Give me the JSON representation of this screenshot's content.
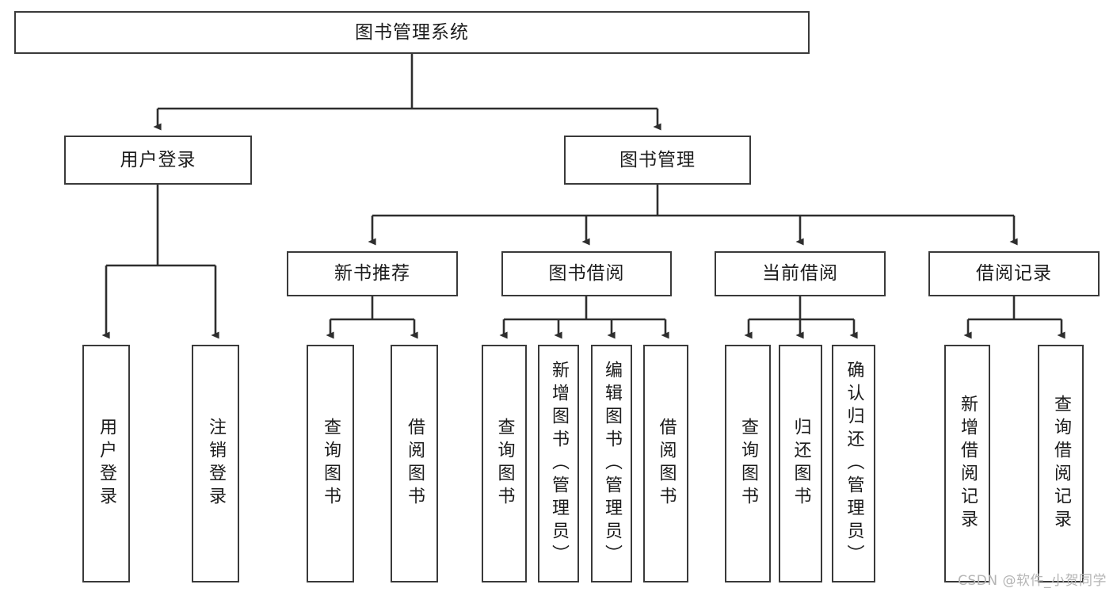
{
  "diagram": {
    "title": "图书管理系统",
    "type": "tree-structure-chart",
    "watermark": "CSDN @软件_小贺同学",
    "colors": {
      "box_border": "#3a3a3a",
      "box_fill": "#ffffff",
      "connector": "#2e2e2e",
      "text": "#1c1c1c",
      "watermark": "#b4b4b4",
      "background": "#ffffff"
    },
    "nodes": {
      "root": {
        "label": "图书管理系统"
      },
      "level2": [
        {
          "id": "user-login",
          "label": "用户登录"
        },
        {
          "id": "book-manage",
          "label": "图书管理"
        }
      ],
      "level3": [
        {
          "id": "new-book-recommend",
          "label": "新书推荐"
        },
        {
          "id": "book-borrow",
          "label": "图书借阅"
        },
        {
          "id": "current-borrow",
          "label": "当前借阅"
        },
        {
          "id": "borrow-record",
          "label": "借阅记录"
        }
      ],
      "leaves": [
        {
          "id": "leaf-user-login",
          "label": "用户登录",
          "parent": "user-login"
        },
        {
          "id": "leaf-logout-login",
          "label": "注销登录",
          "parent": "user-login"
        },
        {
          "id": "leaf-query-book-1",
          "label": "查询图书",
          "parent": "new-book-recommend"
        },
        {
          "id": "leaf-borrow-book-1",
          "label": "借阅图书",
          "parent": "new-book-recommend"
        },
        {
          "id": "leaf-query-book-2",
          "label": "查询图书",
          "parent": "book-borrow"
        },
        {
          "id": "leaf-add-book",
          "label": "新增图书（管理员）",
          "parent": "book-borrow"
        },
        {
          "id": "leaf-edit-book",
          "label": "编辑图书（管理员）",
          "parent": "book-borrow"
        },
        {
          "id": "leaf-borrow-book-2",
          "label": "借阅图书",
          "parent": "book-borrow"
        },
        {
          "id": "leaf-query-book-3",
          "label": "查询图书",
          "parent": "current-borrow"
        },
        {
          "id": "leaf-return-book",
          "label": "归还图书",
          "parent": "current-borrow"
        },
        {
          "id": "leaf-confirm-return",
          "label": "确认归还（管理员）",
          "parent": "current-borrow"
        },
        {
          "id": "leaf-add-record",
          "label": "新增借阅记录",
          "parent": "borrow-record"
        },
        {
          "id": "leaf-query-record",
          "label": "查询借阅记录",
          "parent": "borrow-record"
        }
      ]
    }
  }
}
